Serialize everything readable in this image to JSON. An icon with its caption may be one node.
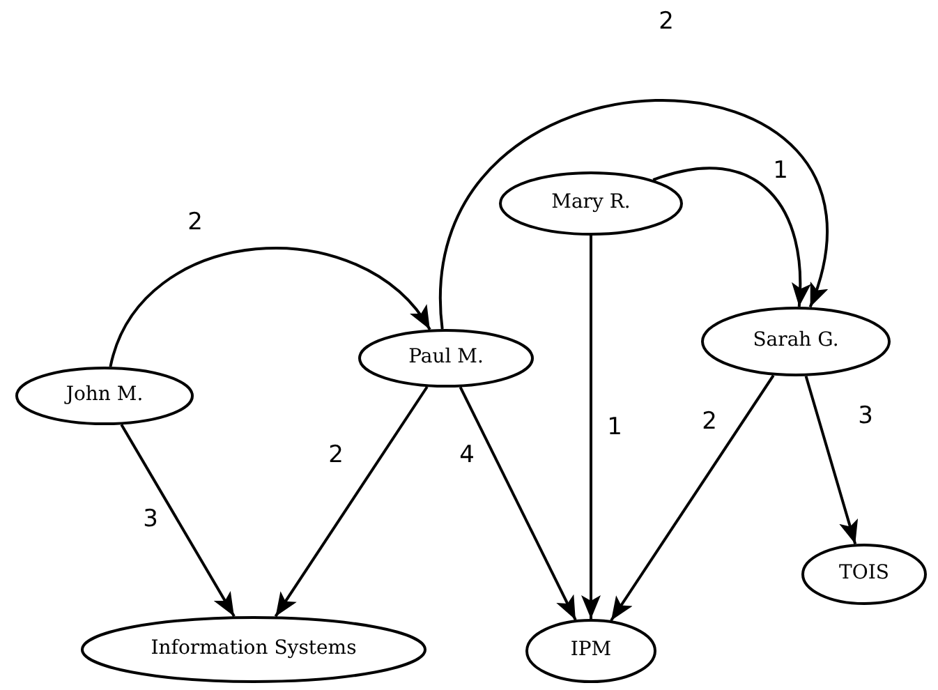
{
  "diagram": {
    "nodes": [
      {
        "text": [
          "John M."
        ]
      },
      {
        "text": [
          "Paul M."
        ]
      },
      {
        "text": [
          "Mary R."
        ]
      },
      {
        "text": [
          "Sarah G."
        ]
      },
      {
        "text": [
          "Information Systems"
        ]
      },
      {
        "text": [
          "IPM"
        ]
      },
      {
        "text": [
          "TOIS"
        ]
      }
    ],
    "edges": [
      {
        "from": 0,
        "to": 1,
        "arrow": "to",
        "label": "2"
      },
      {
        "from": 0,
        "to": 4,
        "arrow": "to",
        "label": "3"
      },
      {
        "from": 1,
        "to": 4,
        "arrow": "to",
        "label": "2"
      },
      {
        "from": 1,
        "to": 5,
        "arrow": "to",
        "label": "4"
      },
      {
        "from": 1,
        "to": 3,
        "arrow": "to",
        "label": "2"
      },
      {
        "from": 2,
        "to": 3,
        "arrow": "to",
        "label": "1"
      },
      {
        "from": 2,
        "to": 5,
        "arrow": "to",
        "label": "1"
      },
      {
        "from": 3,
        "to": 5,
        "arrow": "to",
        "label": "2"
      },
      {
        "from": 3,
        "to": 6,
        "arrow": "to",
        "label": "3"
      }
    ]
  }
}
